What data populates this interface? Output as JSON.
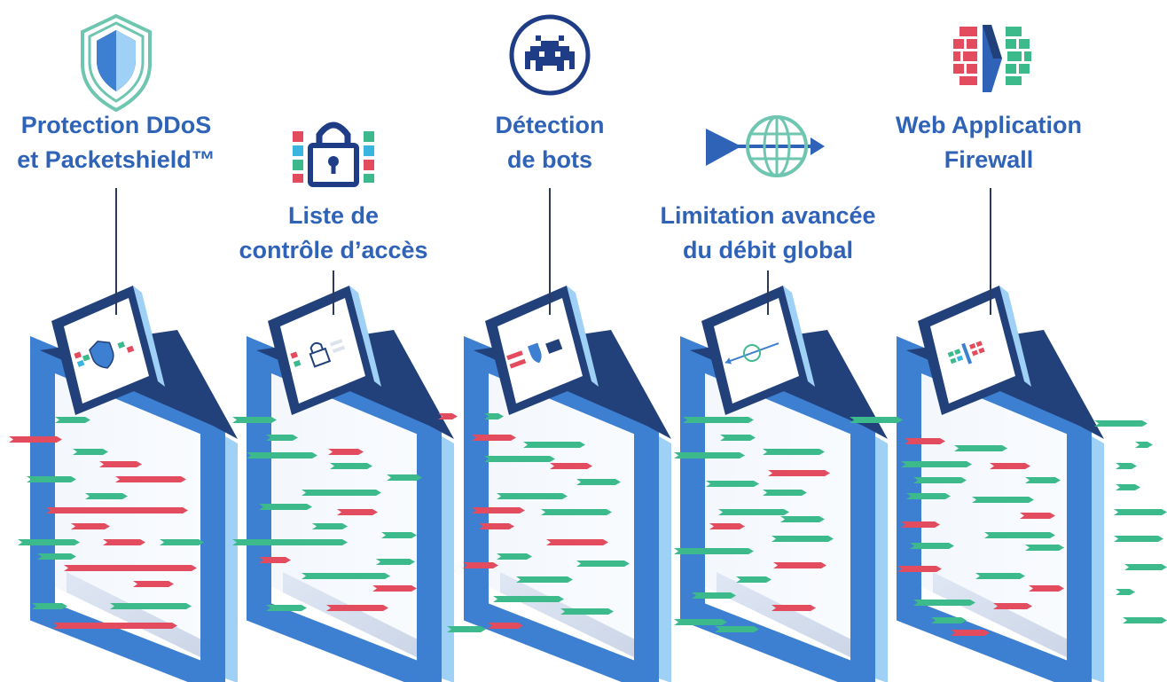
{
  "stages": [
    {
      "id": "ddos",
      "label_lines": [
        "Protection DDoS",
        "et Packetshield™"
      ],
      "icon": "shield-icon"
    },
    {
      "id": "acl",
      "label_lines": [
        "Liste de",
        "contrôle d’accès"
      ],
      "icon": "padlock-icon"
    },
    {
      "id": "bots",
      "label_lines": [
        "Détection",
        "de bots"
      ],
      "icon": "space-invader-icon"
    },
    {
      "id": "rate",
      "label_lines": [
        "Limitation avancée",
        "du débit global"
      ],
      "icon": "globe-arrow-icon"
    },
    {
      "id": "waf",
      "label_lines": [
        "Web Application",
        "Firewall"
      ],
      "icon": "firewall-wall-icon"
    }
  ],
  "colors": {
    "label_text": "#2f63b8",
    "gate_front": "#3d7fd1",
    "gate_dark": "#22407a",
    "gate_light": "#9fd0f5",
    "traffic_allowed": "#3dba8c",
    "traffic_blocked": "#e34b5e",
    "icon_navy": "#1f3c86",
    "icon_teal": "#6ec6b0",
    "icon_cyan": "#39b5e0"
  }
}
